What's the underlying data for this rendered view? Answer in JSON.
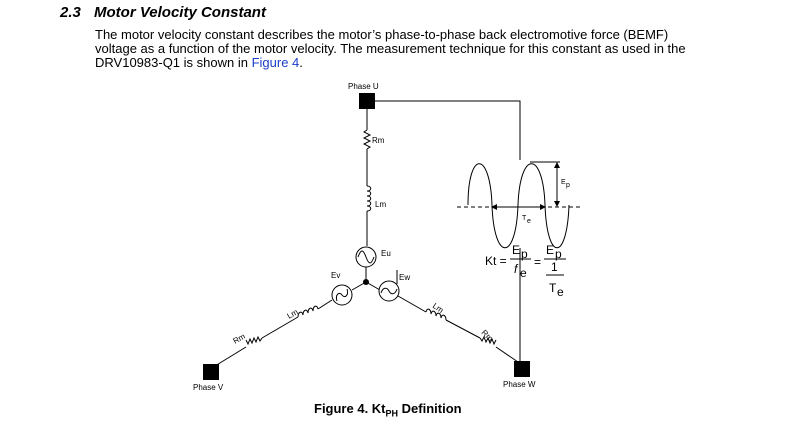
{
  "section": {
    "number": "2.3",
    "title": "Motor Velocity Constant"
  },
  "paragraph": {
    "line1": "The motor velocity constant describes the motor’s phase-to-phase back electromotive force (BEMF)",
    "line2": "voltage as a function of the motor velocity. The measurement technique for this constant as used in the",
    "line3_prefix": "DRV10983-Q1 is shown in ",
    "link": "Figure 4",
    "line3_suffix": "."
  },
  "diagram": {
    "phase_u": "Phase U",
    "phase_v": "Phase V",
    "phase_w": "Phase W",
    "rm": "Rm",
    "lm": "Lm",
    "eu": "Eu",
    "ev": "Ev",
    "ew": "Ew",
    "ep": "E",
    "ep_sub": "p",
    "te": "T",
    "te_sub": "e",
    "formula_kt": "Kt =",
    "formula_fe": "f",
    "formula_fe_sub": "e",
    "formula_eq": "=",
    "formula_one": "1"
  },
  "caption": {
    "prefix": "Figure 4. Kt",
    "sub": "PH",
    "suffix": " Definition"
  }
}
